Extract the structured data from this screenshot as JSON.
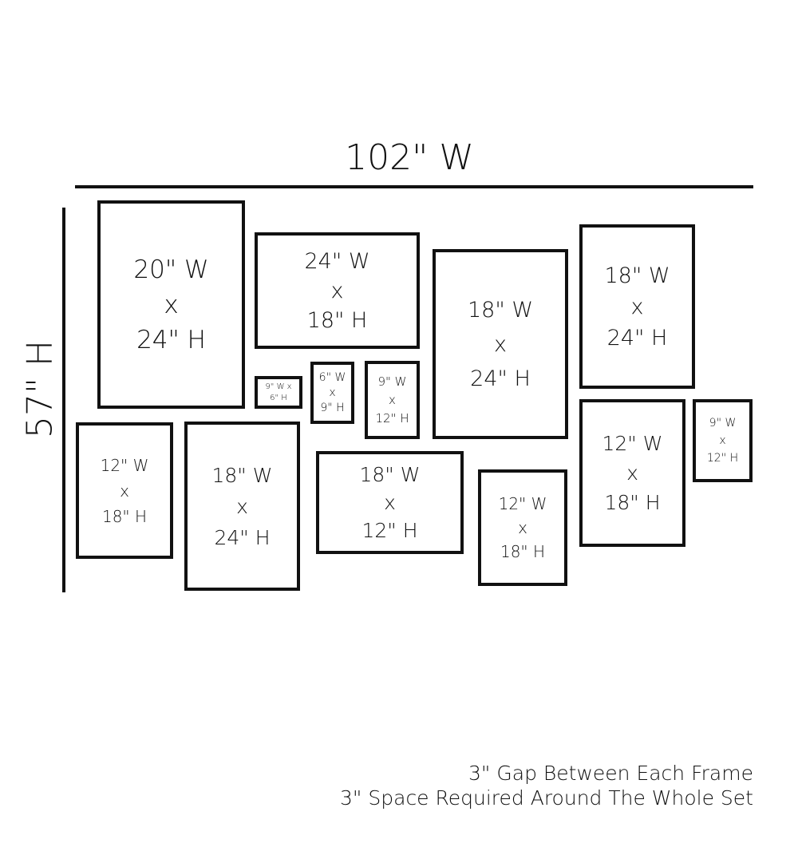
{
  "dimensions": {
    "width_label": "102\" W",
    "height_label": "57\" H"
  },
  "frames": [
    {
      "lines": [
        "20\" W",
        "x",
        "24\" H"
      ]
    },
    {
      "lines": [
        "24\" W",
        "x",
        "18\" H"
      ]
    },
    {
      "lines": [
        "18\" W",
        "x",
        "24\" H"
      ]
    },
    {
      "lines": [
        "18\" W",
        "x",
        "24\" H"
      ]
    },
    {
      "lines": [
        "9\" W x",
        "6\" H"
      ]
    },
    {
      "lines": [
        "6\" W",
        "x",
        "9\" H"
      ]
    },
    {
      "lines": [
        "9\" W",
        "x",
        "12\" H"
      ]
    },
    {
      "lines": [
        "12\" W",
        "x",
        "18\" H"
      ]
    },
    {
      "lines": [
        "18\" W",
        "x",
        "24\" H"
      ]
    },
    {
      "lines": [
        "18\" W",
        "x",
        "12\" H"
      ]
    },
    {
      "lines": [
        "12\" W",
        "x",
        "18\" H"
      ]
    },
    {
      "lines": [
        "12\" W",
        "x",
        "18\" H"
      ]
    },
    {
      "lines": [
        "9\" W",
        "x",
        "12\" H"
      ]
    }
  ],
  "notes": [
    "3\" Gap Between Each Frame",
    "3\" Space Required Around The Whole Set"
  ]
}
